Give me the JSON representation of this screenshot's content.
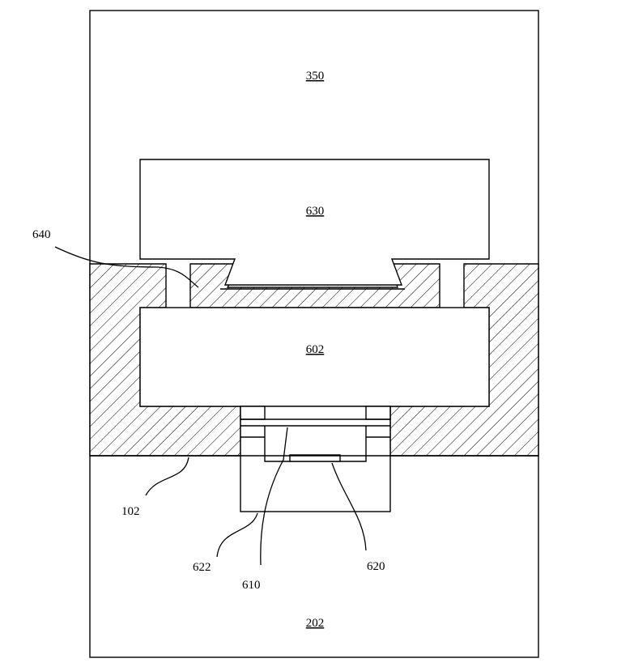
{
  "labels": {
    "l350": "350",
    "l630": "630",
    "l602": "602",
    "l202": "202",
    "l640": "640",
    "l102": "102",
    "l622": "622",
    "l610": "610",
    "l620": "620"
  }
}
